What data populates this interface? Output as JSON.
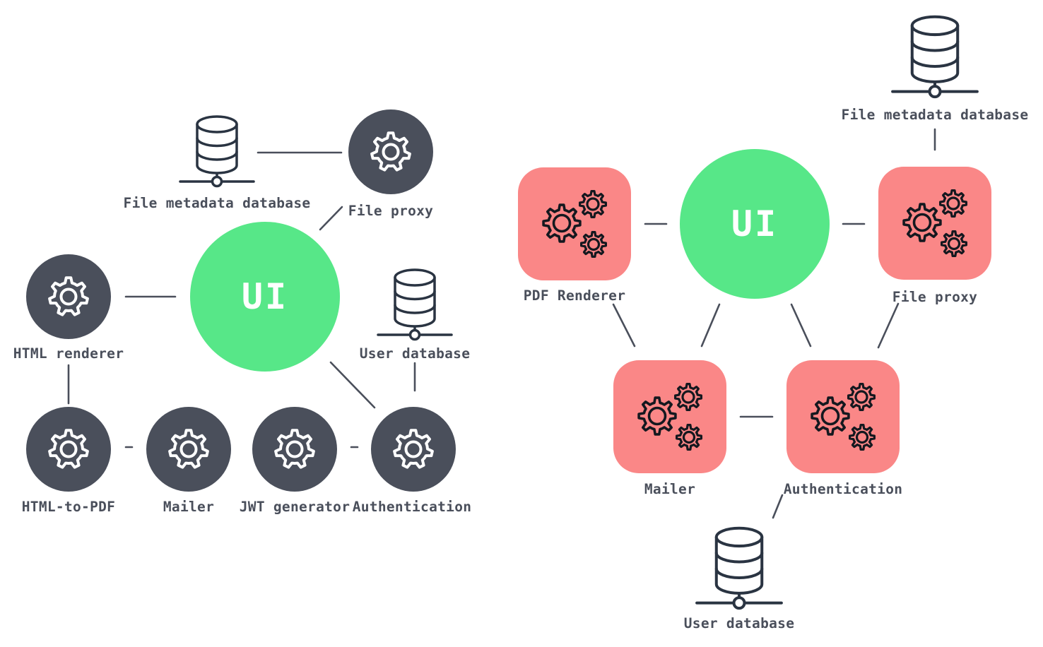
{
  "left": {
    "ui": "UI",
    "labels": {
      "file_metadata_database": "File metadata database",
      "file_proxy": "File proxy",
      "html_renderer": "HTML renderer",
      "user_database": "User database",
      "html_to_pdf": "HTML-to-PDF",
      "mailer": "Mailer",
      "jwt_generator": "JWT generator",
      "authentication": "Authentication"
    },
    "connections": [
      "File metadata database - File proxy",
      "File proxy - UI",
      "HTML renderer - UI",
      "HTML renderer - HTML-to-PDF",
      "UI - Authentication",
      "User database - Authentication",
      "HTML-to-PDF - Mailer",
      "JWT generator - Authentication"
    ]
  },
  "right": {
    "ui": "UI",
    "labels": {
      "file_metadata_database": "File metadata database",
      "pdf_renderer": "PDF Renderer",
      "file_proxy": "File proxy",
      "mailer": "Mailer",
      "authentication": "Authentication",
      "user_database": "User database"
    },
    "connections": [
      "File metadata database - File proxy",
      "PDF Renderer - UI",
      "UI - File proxy",
      "PDF Renderer - Mailer",
      "UI - Mailer",
      "UI - Authentication",
      "File proxy - Authentication",
      "Mailer - Authentication",
      "Authentication - User database"
    ]
  },
  "colors": {
    "ui_green": "#57e788",
    "service_dark": "#4a4f5b",
    "service_pink": "#fa8787",
    "wire": "#4a4f5b",
    "label_text": "#4a4f5b",
    "db_icon_stroke": "#2a3442",
    "gear_white": "#ffffff",
    "gear_black": "#14181f"
  },
  "icons": {
    "single_gear": "gear-icon",
    "triple_gear": "gears-icon",
    "database": "database-icon"
  }
}
